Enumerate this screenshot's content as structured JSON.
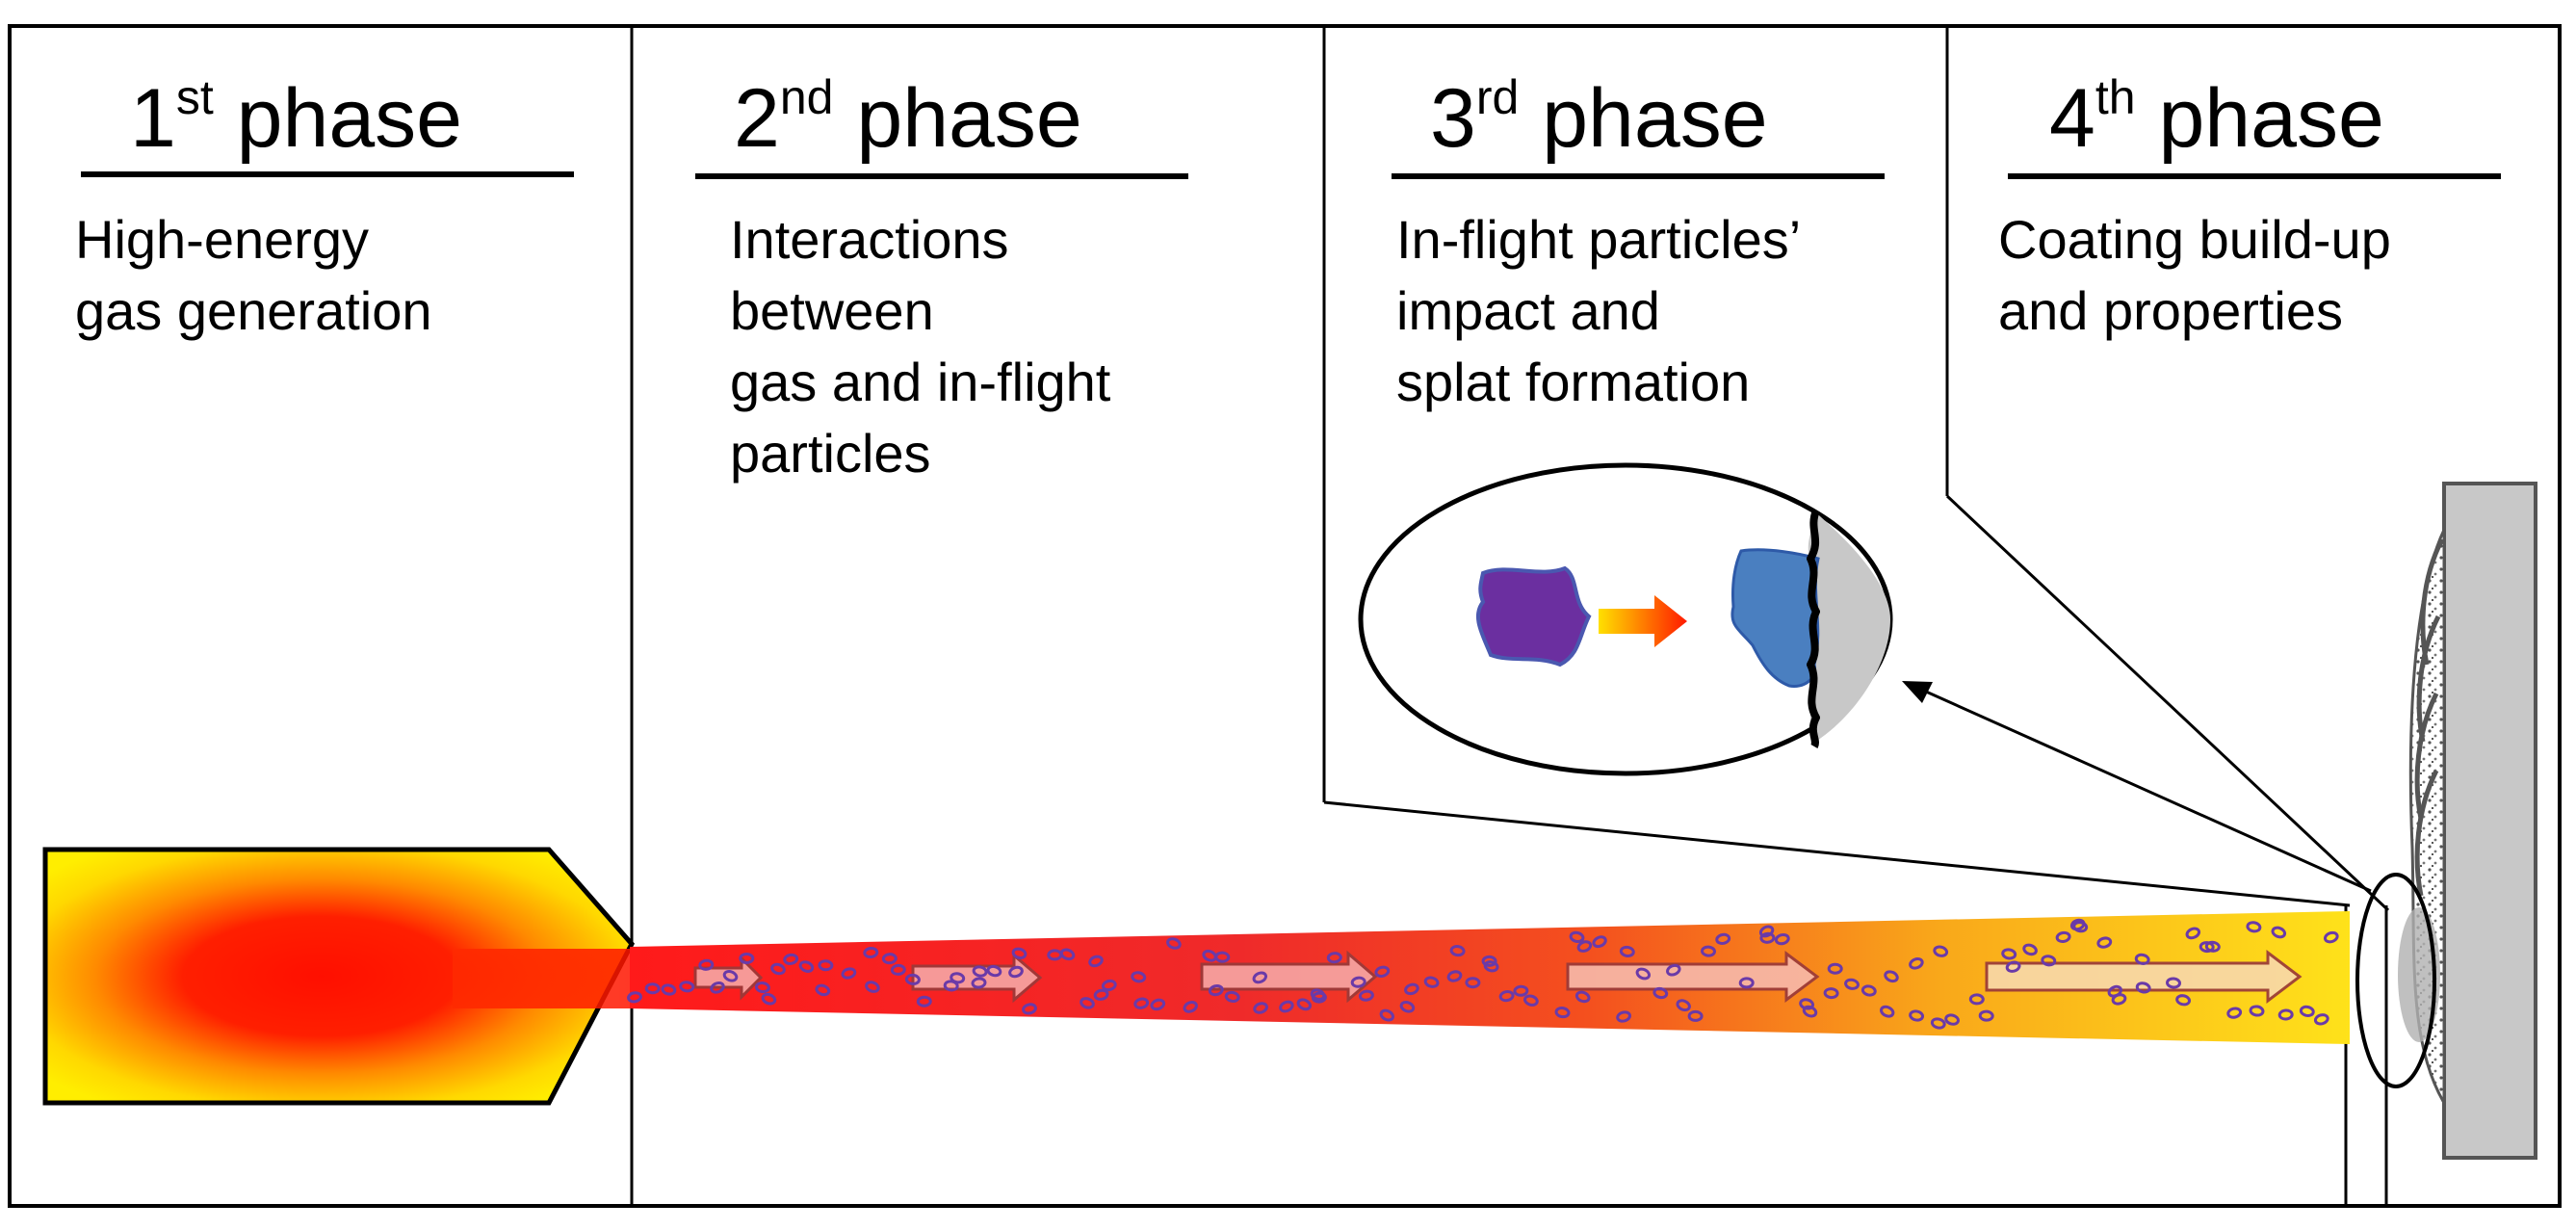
{
  "phases": [
    {
      "num": "1",
      "sup": "st",
      "word": "phase",
      "lines": [
        "High-energy",
        "gas generation"
      ]
    },
    {
      "num": "2",
      "sup": "nd",
      "word": "phase",
      "lines": [
        "Interactions",
        "between",
        "gas and in-flight",
        "particles"
      ]
    },
    {
      "num": "3",
      "sup": "rd",
      "word": "phase",
      "lines": [
        "In-flight particles’",
        "impact and",
        "splat formation"
      ]
    },
    {
      "num": "4",
      "sup": "th",
      "word": "phase",
      "lines": [
        "Coating build-up",
        "and properties"
      ]
    }
  ],
  "colors": {
    "flame_core": "#ff1a00",
    "flame_edge": "#ffee00",
    "particle": "#6a3aa8",
    "particle_before_impact": "#6b2fa0",
    "splat": "#4a7fc0",
    "substrate": "#c8c8c8",
    "line": "#000000"
  }
}
